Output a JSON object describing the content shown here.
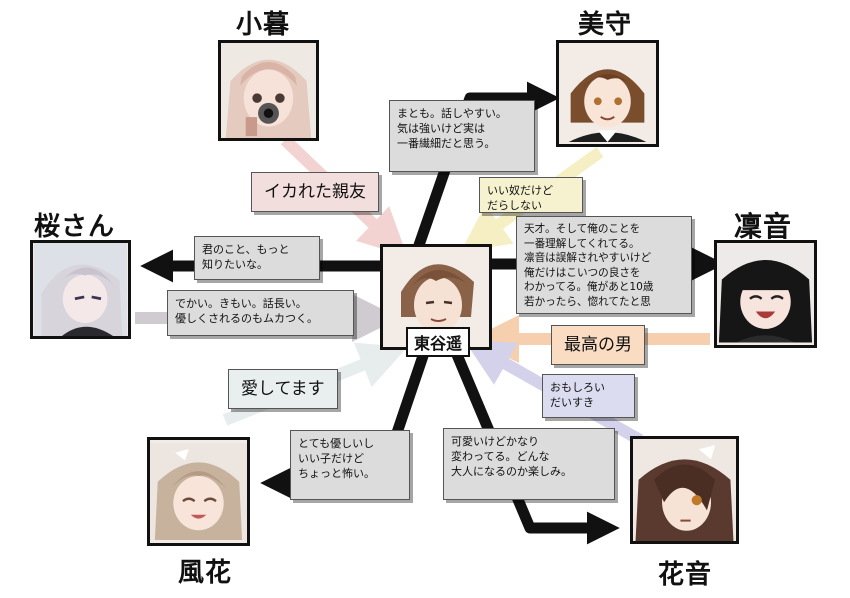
{
  "center": {
    "name": "東谷遥"
  },
  "characters": {
    "kogure": {
      "name": "小暮"
    },
    "mamoru": {
      "name": "美守"
    },
    "sakura": {
      "name": "桜さん"
    },
    "rinne": {
      "name": "凜音"
    },
    "fuka": {
      "name": "風花"
    },
    "kanon": {
      "name": "花音"
    }
  },
  "labels": {
    "kogure_to_center": "イカれた親友",
    "center_to_mamoru": "まとも。話しやすい。\n気は強いけど実は\n一番繊細だと思う。",
    "mamoru_to_center": "いい奴だけど\nだらしない",
    "center_to_sakura": "君のこと、もっと\n知りたいな。",
    "sakura_to_center": "でかい。きもい。話長い。\n優しくされるのもムカつく。",
    "center_to_rinne": "天才。そして俺のことを\n一番理解してくれてる。\n凛音は誤解されやすいけど\n俺だけはこいつの良さを\nわかってる。俺があと10歳\n若かったら、惚れてたと思",
    "rinne_to_center": "最高の男",
    "fuka_to_center": "愛してます",
    "center_to_fuka": "とても優しいし\nいい子だけど\nちょっと怖い。",
    "kanon_to_center": "おもしろい\nだいすき",
    "center_to_kanon": "可愛いけどかなり\n変わってる。どんな\n大人になるのか楽しみ。"
  },
  "colors": {
    "outgoing_arrow": "#111111",
    "kogure_arrow": "#f3d2d2",
    "mamoru_arrow": "#f5efc3",
    "sakura_arrow": "#cfcbd0",
    "rinne_arrow": "#f6cfae",
    "fuka_arrow": "#e7edec",
    "kanon_arrow": "#d3d2ea",
    "kogure_label_bg": "#f3dede",
    "mamoru_label_bg": "#f6f2cf",
    "rinne_label_bg": "#f9dcc2",
    "fuka_label_bg": "#e9efee",
    "kanon_label_bg": "#dcdcf0",
    "black_label_bg": "#dcdcdc"
  }
}
